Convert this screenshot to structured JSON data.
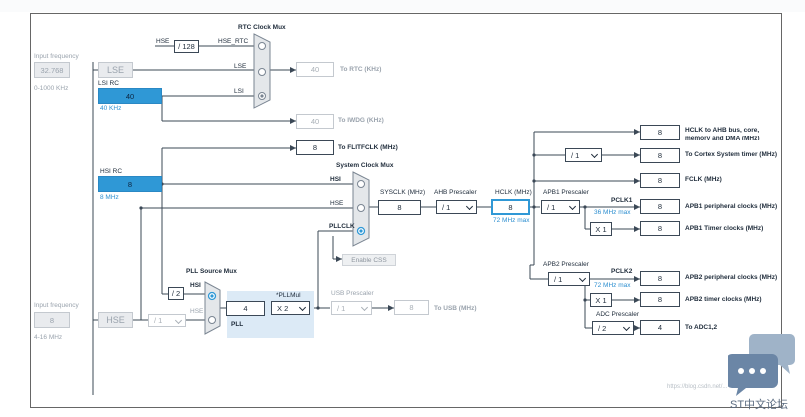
{
  "diagram": {
    "rtc_mux_title": "RTC Clock Mux",
    "sysclk_mux_title": "System Clock Mux",
    "pll_mux_title": "PLL Source Mux",
    "input_freq_lse_label": "Input frequency",
    "input_freq_lse_value": "32.768",
    "input_freq_lse_range": "0-1000 KHz",
    "input_freq_hse_label": "Input frequency",
    "input_freq_hse_value": "8",
    "input_freq_hse_range": "4-16 MHz",
    "lse_label": "LSE",
    "lsi_rc_label": "LSI RC",
    "lsi_value": "40",
    "lsi_unit": "40 KHz",
    "hsi_rc_label": "HSI RC",
    "hsi_value": "8",
    "hsi_unit": "8 MHz",
    "hse_label": "HSE",
    "hse_div128_label": "HSE",
    "div128": "/ 128",
    "hse_rtc_label": "HSE_RTC",
    "rtc_in_lse": "LSE",
    "rtc_in_lsi": "LSI",
    "rtc_value": "40",
    "to_rtc": "To RTC (KHz)",
    "iwdg_value": "40",
    "to_iwdg": "To IWDG (KHz)",
    "flit_value": "8",
    "to_flit": "To FLITFCLK (MHz)",
    "mux_hsi": "HSI",
    "mux_hse": "HSE",
    "mux_pllclk": "PLLCLK",
    "sysclk_label": "SYSCLK (MHz)",
    "sysclk_value": "8",
    "ahb_prescaler_label": "AHB Prescaler",
    "ahb_prescaler_value": "/ 1",
    "hclk_label": "HCLK (MHz)",
    "hclk_value": "8",
    "hclk_max": "72 MHz max",
    "enable_css": "Enable CSS",
    "pll_div2": "/ 2",
    "pll_in_hsi": "HSI",
    "pll_in_hse": "HSE",
    "hse_prediv": "/ 1",
    "pll_value": "4",
    "pllmul_label": "*PLLMul",
    "pllmul_value": "X 2",
    "pll_label": "PLL",
    "usb_prescaler_label": "USB Prescaler",
    "usb_prescaler_value": "/ 1",
    "usb_value": "8",
    "to_usb": "To USB (MHz)",
    "hclk_out_value": "8",
    "hclk_out_label": "HCLK to AHB bus, core,",
    "hclk_out_label2": "memory and DMA (MHz)",
    "cortex_div": "/ 1",
    "cortex_value": "8",
    "cortex_label": "To Cortex System timer (MHz)",
    "fclk_value": "8",
    "fclk_label": "FCLK (MHz)",
    "apb1_prescaler_label": "APB1 Prescaler",
    "apb1_prescaler_value": "/ 1",
    "pclk1_label": "PCLK1",
    "pclk1_max": "36 MHz max",
    "apb1_periph_value": "8",
    "apb1_periph_label": "APB1 peripheral clocks (MHz)",
    "apb1_timer_mul": "X 1",
    "apb1_timer_value": "8",
    "apb1_timer_label": "APB1 Timer clocks (MHz)",
    "apb2_prescaler_label": "APB2 Prescaler",
    "apb2_prescaler_value": "/ 1",
    "pclk2_label": "PCLK2",
    "pclk2_max": "72 MHz max",
    "apb2_periph_value": "8",
    "apb2_periph_label": "APB2 peripheral clocks (MHz)",
    "apb2_timer_mul": "X 1",
    "apb2_timer_value": "8",
    "apb2_timer_label": "APB2 timer clocks (MHz)",
    "adc_prescaler_label": "ADC Prescaler",
    "adc_prescaler_value": "/ 2",
    "adc_value": "4",
    "adc_label": "To ADC1,2"
  },
  "watermark": "https://blog.csdn.net/...",
  "logo_text": "ST中文论坛",
  "colors": {
    "selected": "#2f98d6",
    "disabled": "#a9b0b7",
    "line": "#3b4856"
  }
}
